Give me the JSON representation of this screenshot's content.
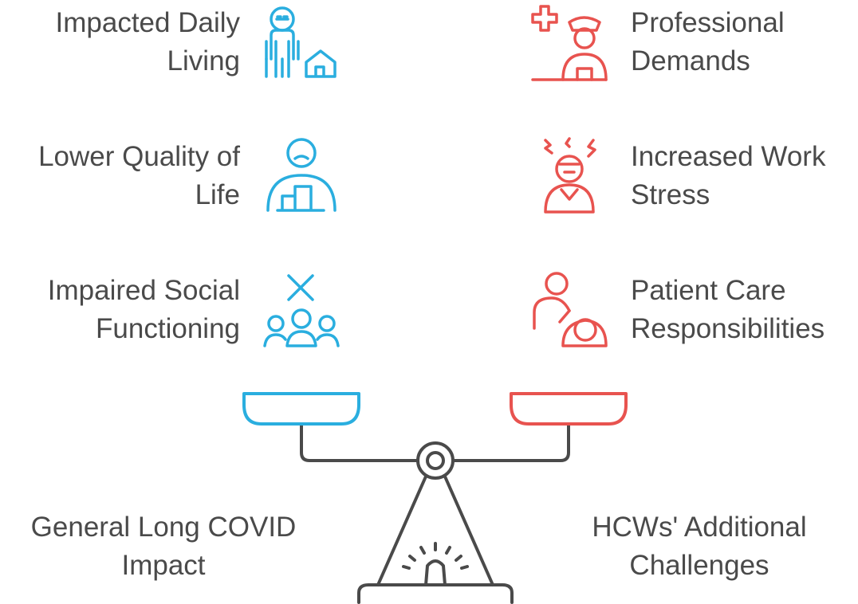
{
  "colors": {
    "left": "#2aaedf",
    "right": "#e8534f",
    "scale": "#4a4a4a",
    "text": "#4a4a4a"
  },
  "left_items": [
    {
      "line1": "Impacted Daily",
      "line2": "Living",
      "icon": "person-house-icon"
    },
    {
      "line1": "Lower Quality of",
      "line2": "Life",
      "icon": "sad-person-chart-icon"
    },
    {
      "line1": "Impaired Social",
      "line2": "Functioning",
      "icon": "group-x-icon"
    }
  ],
  "right_items": [
    {
      "line1": "Professional",
      "line2": "Demands",
      "icon": "nurse-cross-icon"
    },
    {
      "line1": "Increased Work",
      "line2": "Stress",
      "icon": "stressed-person-icon"
    },
    {
      "line1": "Patient Care",
      "line2": "Responsibilities",
      "icon": "caregiver-patient-icon"
    }
  ],
  "bottom": {
    "left": {
      "line1": "General Long COVID",
      "line2": "Impact"
    },
    "right": {
      "line1": "HCWs' Additional",
      "line2": "Challenges"
    }
  }
}
